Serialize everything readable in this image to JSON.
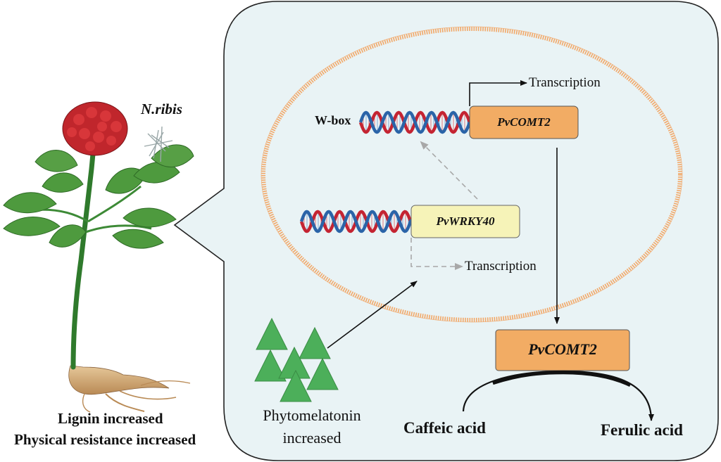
{
  "plant": {
    "pathogen_label": "N.ribis",
    "result_line1": "Lignin increased",
    "result_line2": "Physical resistance increased"
  },
  "nucleus": {
    "wbox_label": "W-box",
    "gene_comt2": "PvCOMT2",
    "gene_wrky40": "PvWRKY40",
    "transcription_top": "Transcription",
    "transcription_mid": "Transcription"
  },
  "cytoplasm": {
    "protein_comt2": "PvCOMT2",
    "substrate": "Caffeic acid",
    "product": "Ferulic acid",
    "phytomelatonin_line1": "Phytomelatonin",
    "phytomelatonin_line2": "increased"
  },
  "colors": {
    "cell_fill": "#e9f3f5",
    "nucleus_border": "#f2a868",
    "comt2_gene_fill": "#f2ac64",
    "wrky40_fill": "#f6f3b8",
    "triangle_fill": "#4caf5a",
    "dna_red": "#c42432",
    "dna_blue": "#2b64a8"
  }
}
